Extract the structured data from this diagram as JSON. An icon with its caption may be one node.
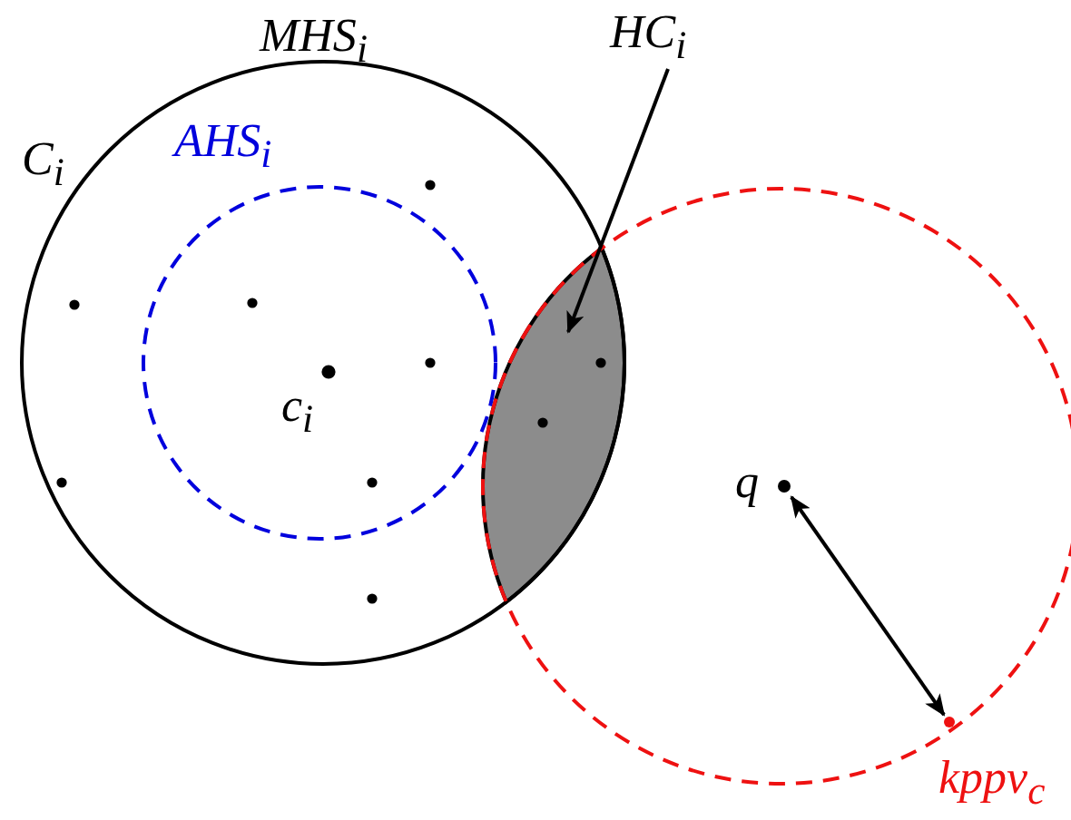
{
  "diagram": {
    "nodes": [
      {
        "text": [
          "HC$_{i}$"
        ]
      },
      {
        "text": [],
        "shape": "lens"
      },
      {
        "text": [
          "q"
        ]
      },
      {
        "text": [
          "kppv$_{c}$"
        ]
      }
    ],
    "edges": [
      {
        "from": 0,
        "to": 1,
        "arrow": "to"
      },
      {
        "from": 2,
        "to": 3,
        "arrow": "both"
      }
    ],
    "labels": [
      "MHS$_{i}$",
      "C$_{i}$",
      "AHS$_{i}$",
      "c$_{i}$"
    ]
  }
}
